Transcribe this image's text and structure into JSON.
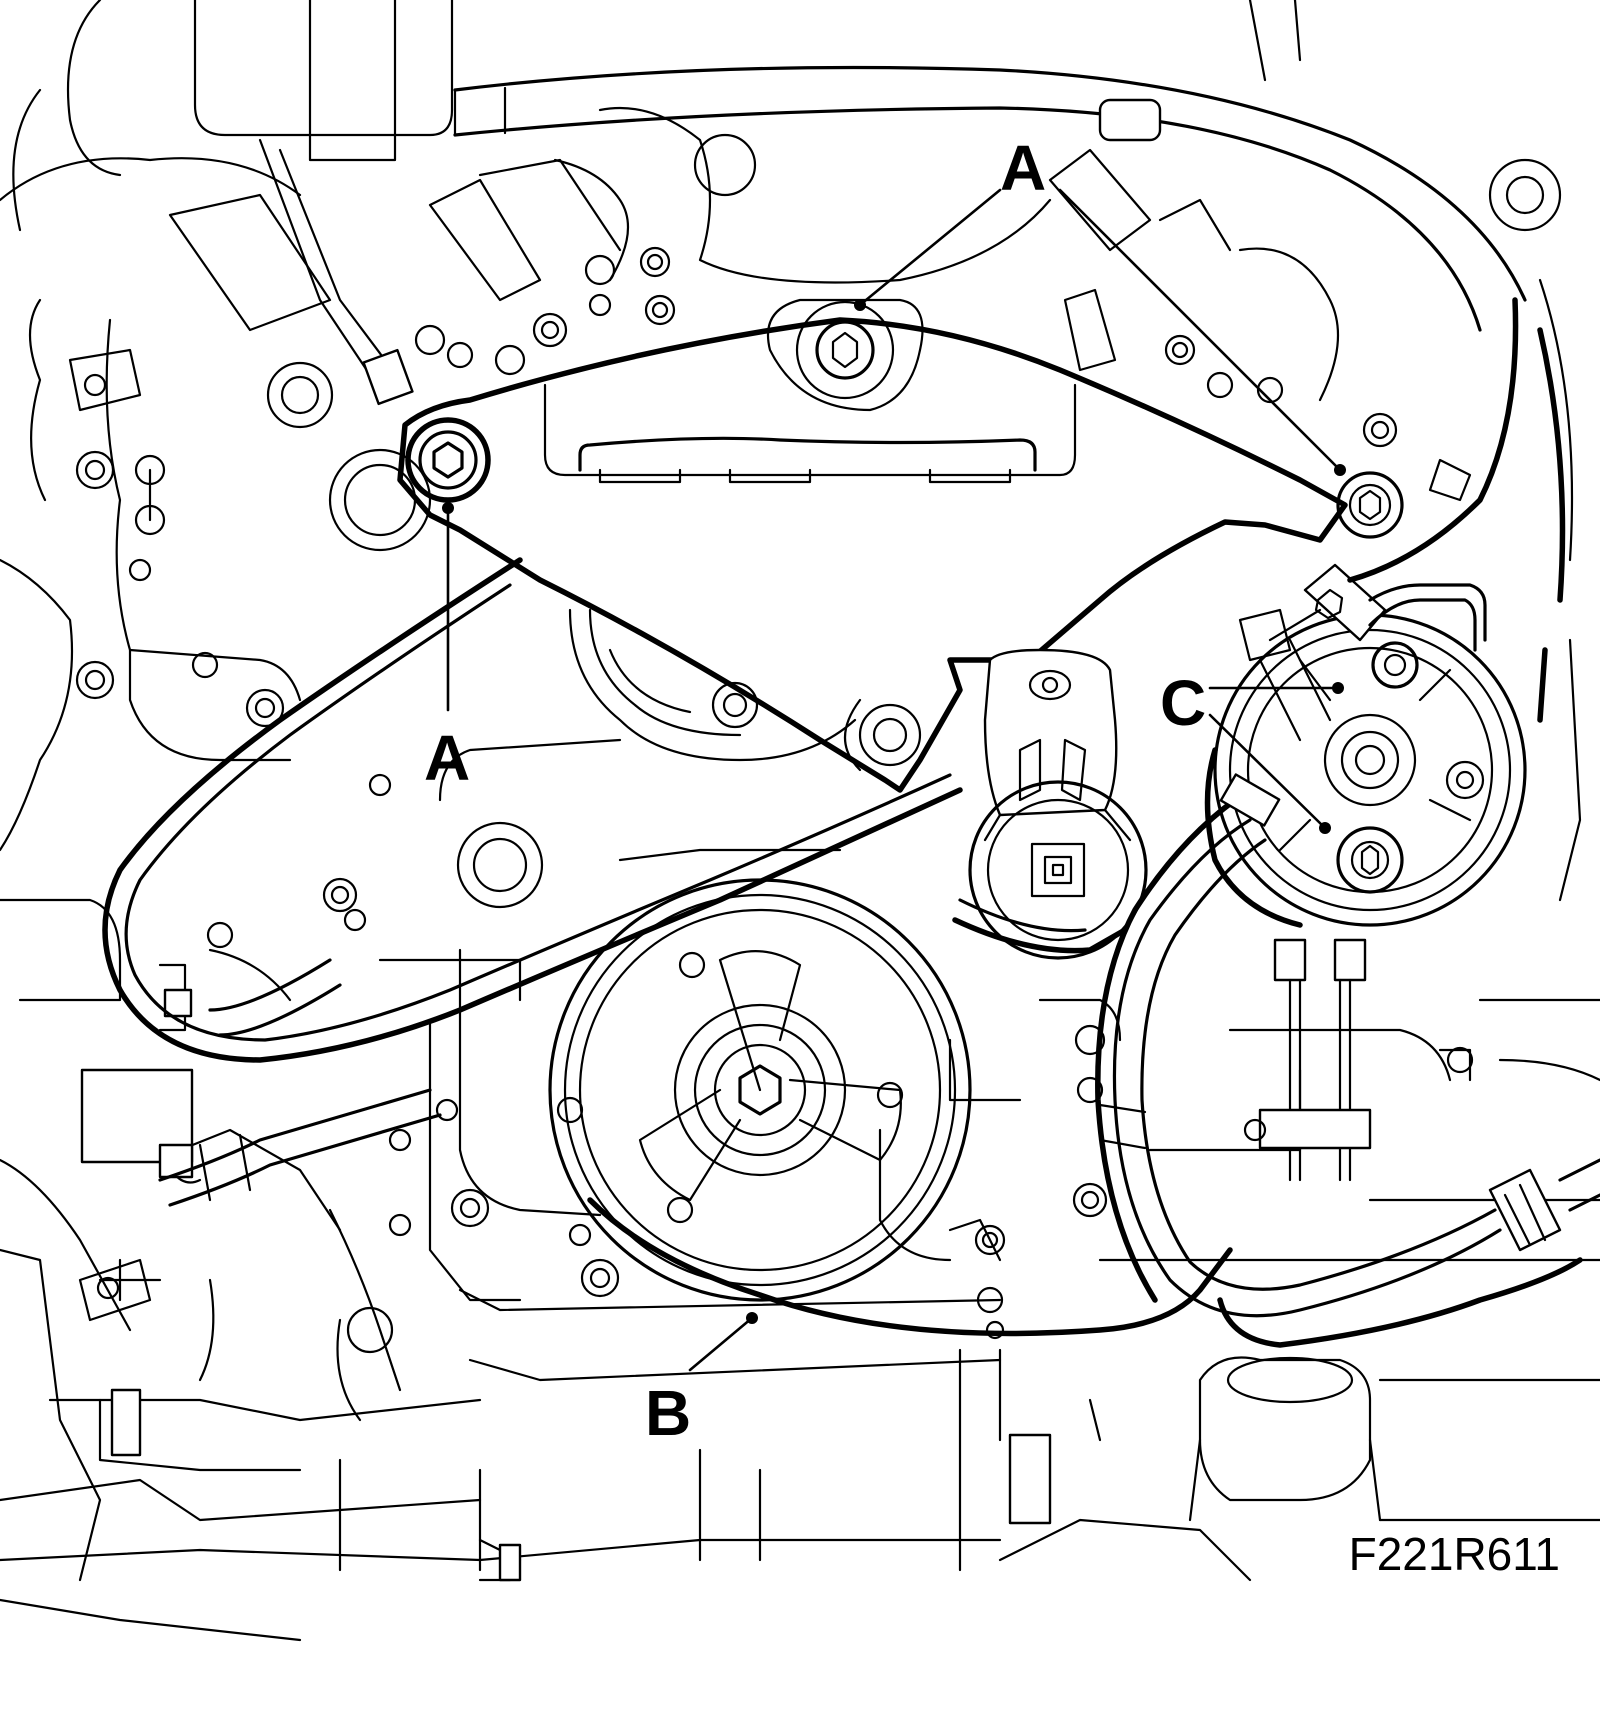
{
  "figure_id": "F221R611",
  "callouts": {
    "a_top": "A",
    "a_left": "A",
    "b": "B",
    "c": "C"
  }
}
